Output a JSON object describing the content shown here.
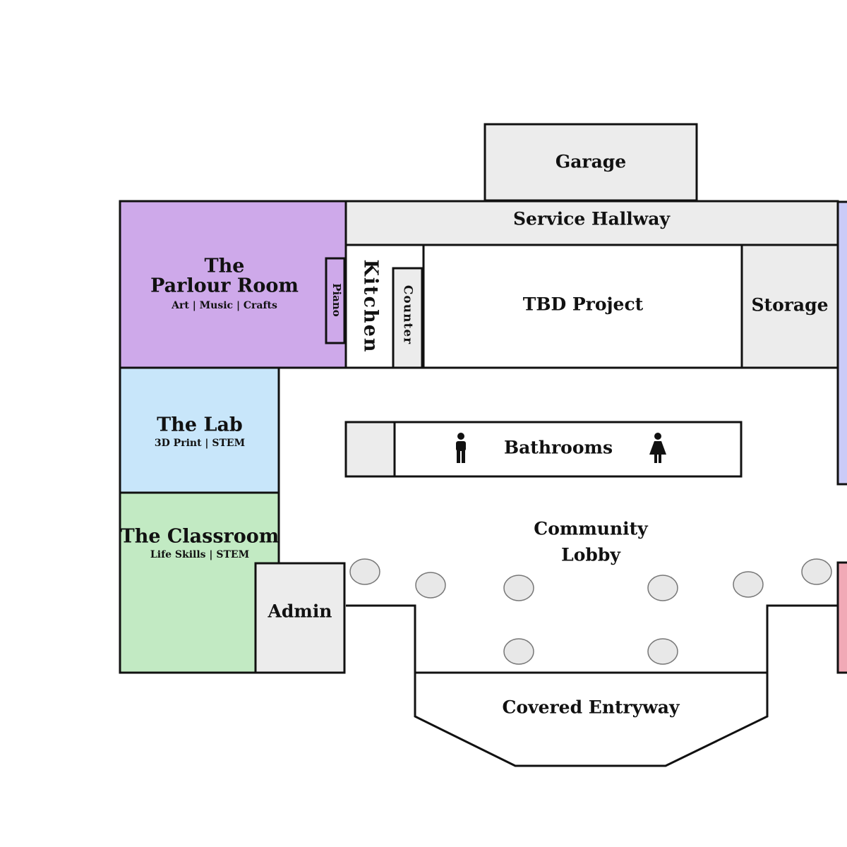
{
  "colors": {
    "parlour": "#cea9ea",
    "lab": "#c8e6fa",
    "classroom": "#c2eac3",
    "grey_room": "#ececec",
    "right_wing_top": "#cbcbf7",
    "right_wing_bottom": "#f1a9b6",
    "table": "#e8e8e8"
  },
  "rooms": {
    "garage": "Garage",
    "service_hallway": "Service Hallway",
    "parlour_title_1": "The",
    "parlour_title_2": "Parlour Room",
    "parlour_sub": "Art | Music | Crafts",
    "piano": "Piano",
    "kitchen": "Kitchen",
    "counter": "Counter",
    "tbd": "TBD Project",
    "storage": "Storage",
    "lab_title": "The Lab",
    "lab_sub": "3D Print | STEM",
    "bathrooms": "Bathrooms",
    "classroom_title": "The Classroom",
    "classroom_sub": "Life Skills | STEM",
    "lobby_1": "Community",
    "lobby_2": "Lobby",
    "admin": "Admin",
    "entryway": "Covered Entryway"
  },
  "icons": {
    "men": "man-restroom-icon",
    "women": "woman-restroom-icon"
  }
}
